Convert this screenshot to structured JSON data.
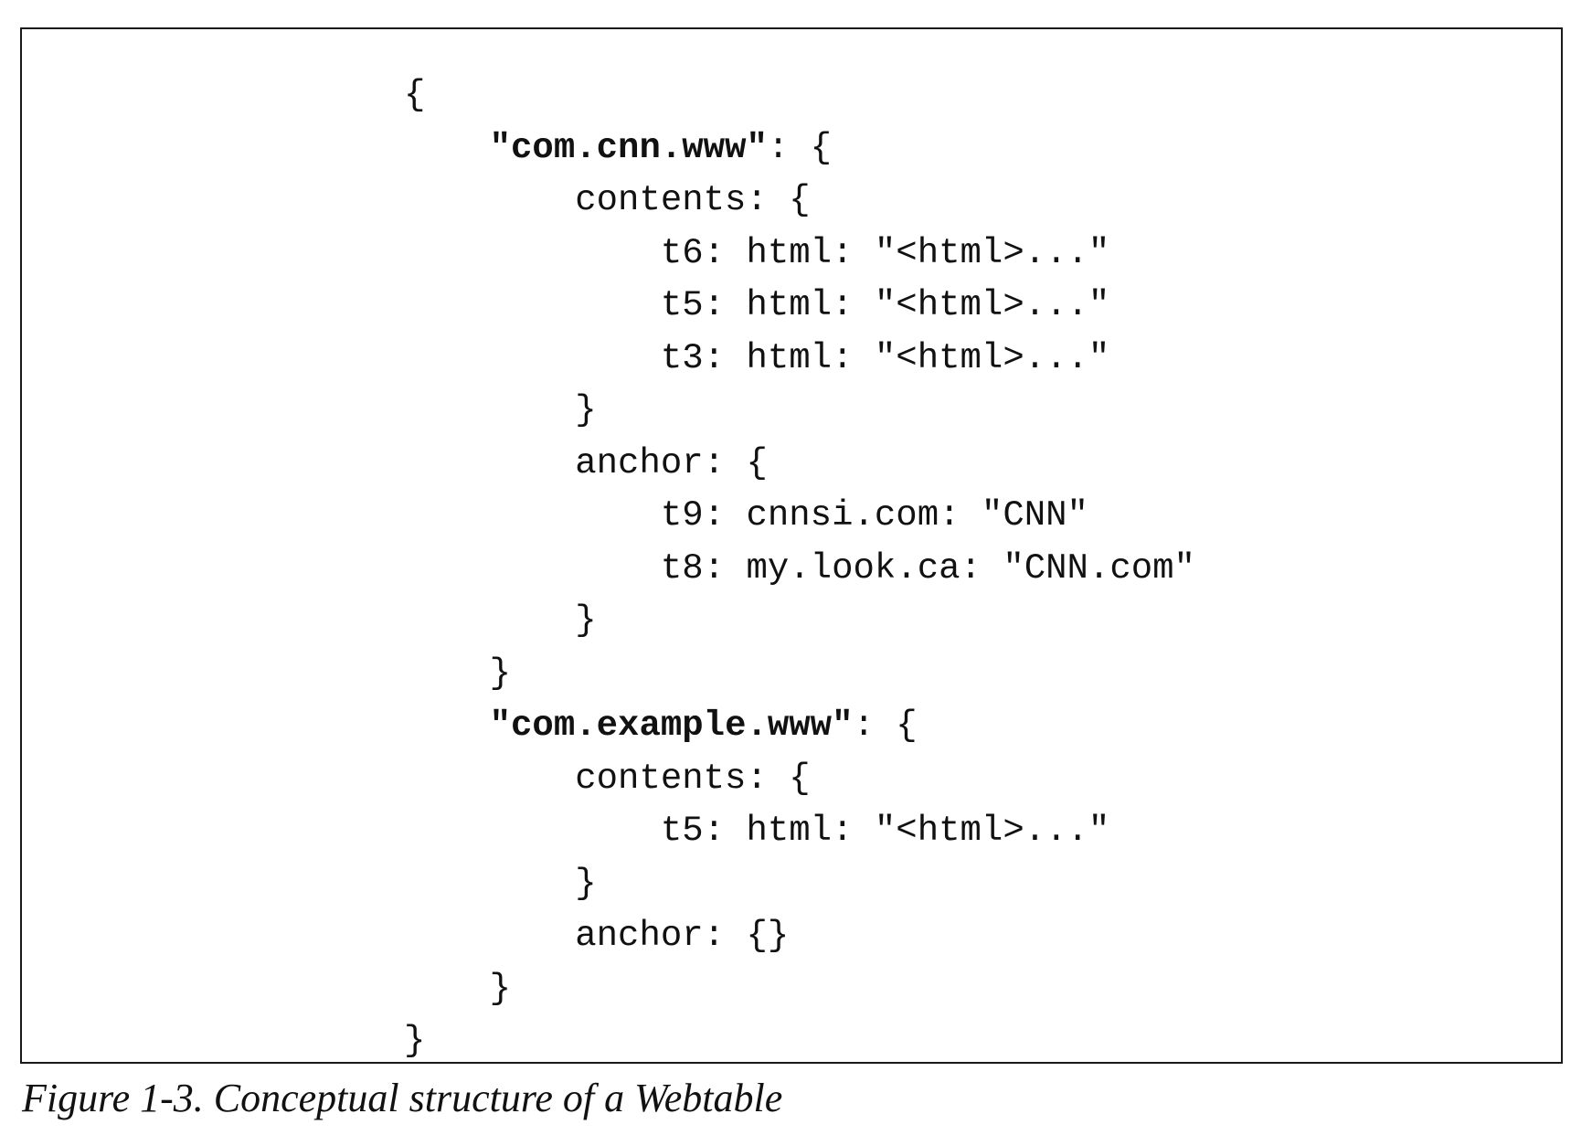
{
  "figure": {
    "code_lines": [
      {
        "indent": 0,
        "text": "{"
      },
      {
        "indent": 1,
        "key": "\"com.cnn.www\"",
        "text": ": {"
      },
      {
        "indent": 2,
        "text": "contents: {"
      },
      {
        "indent": 3,
        "text": "t6: html: \"<html>...\""
      },
      {
        "indent": 3,
        "text": "t5: html: \"<html>...\""
      },
      {
        "indent": 3,
        "text": "t3: html: \"<html>...\""
      },
      {
        "indent": 2,
        "text": "}"
      },
      {
        "indent": 2,
        "text": "anchor: {"
      },
      {
        "indent": 3,
        "text": "t9: cnnsi.com: \"CNN\""
      },
      {
        "indent": 3,
        "text": "t8: my.look.ca: \"CNN.com\""
      },
      {
        "indent": 2,
        "text": "}"
      },
      {
        "indent": 1,
        "text": "}"
      },
      {
        "indent": 1,
        "key": "\"com.example.www\"",
        "text": ": {"
      },
      {
        "indent": 2,
        "text": "contents: {"
      },
      {
        "indent": 3,
        "text": "t5: html: \"<html>...\""
      },
      {
        "indent": 2,
        "text": "}"
      },
      {
        "indent": 2,
        "text": "anchor: {}"
      },
      {
        "indent": 1,
        "text": "}"
      },
      {
        "indent": 0,
        "text": "}"
      }
    ],
    "caption": "Figure 1-3. Conceptual structure of a Webtable"
  }
}
